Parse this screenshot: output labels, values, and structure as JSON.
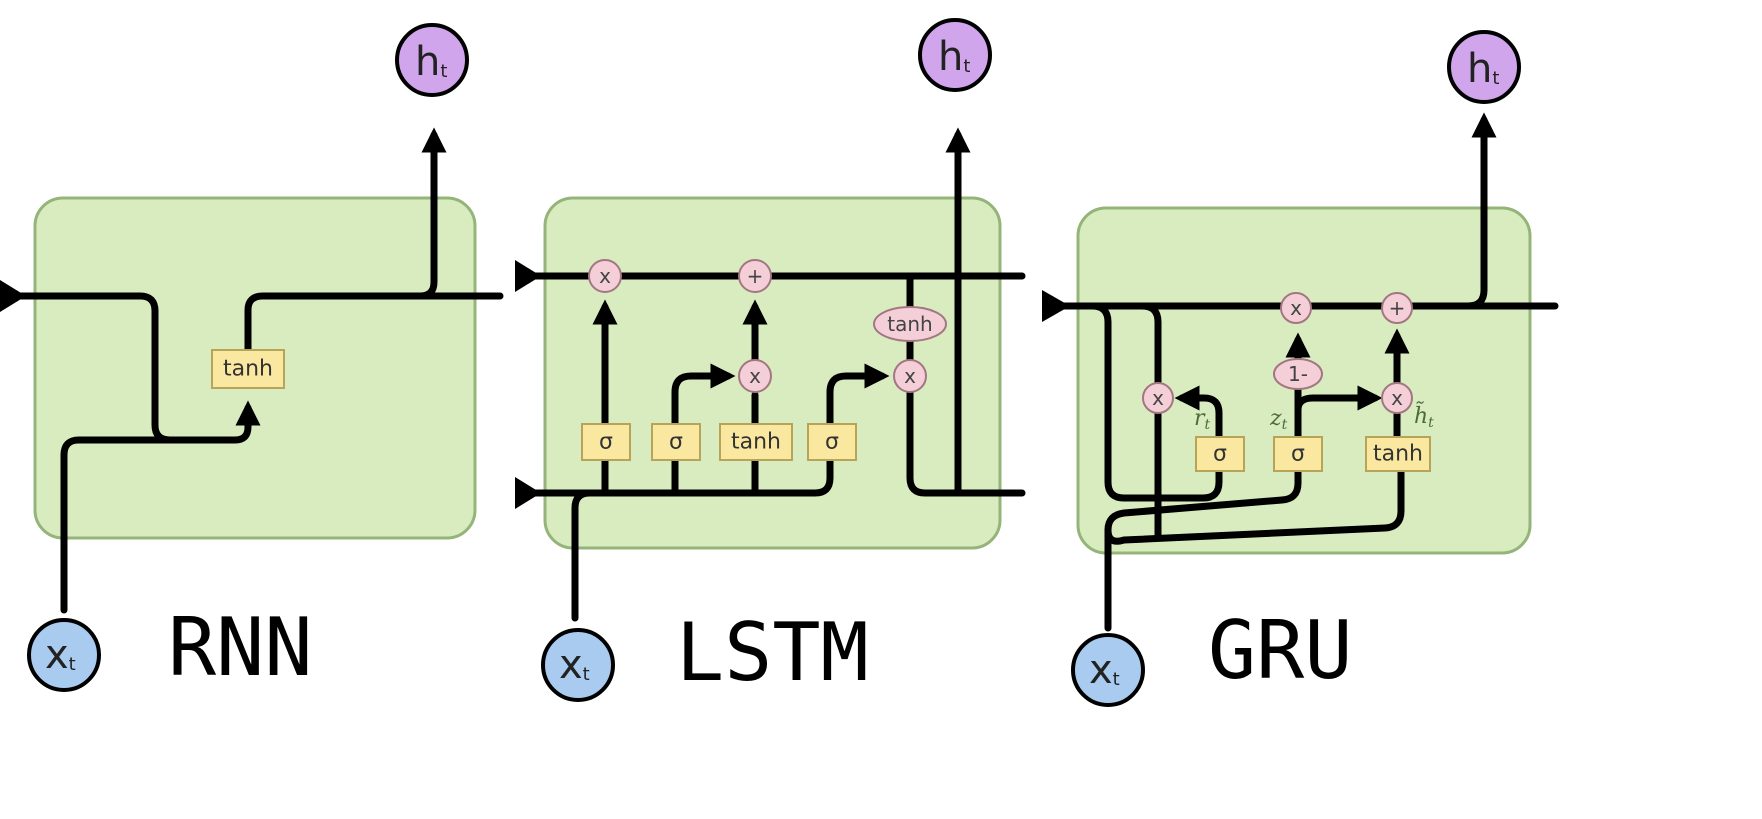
{
  "panels": {
    "rnn": {
      "label": "RNN",
      "gates": [
        "tanh"
      ],
      "output_node": {
        "main": "h",
        "sub": "t"
      },
      "input_node": {
        "main": "x",
        "sub": "t"
      }
    },
    "lstm": {
      "label": "LSTM",
      "gates": [
        "σ",
        "σ",
        "tanh",
        "σ"
      ],
      "ops": [
        "x",
        "+",
        "x",
        "x"
      ],
      "output_tanh": "tanh",
      "output_node": {
        "main": "h",
        "sub": "t"
      },
      "input_node": {
        "main": "x",
        "sub": "t"
      }
    },
    "gru": {
      "label": "GRU",
      "gates": [
        "σ",
        "σ",
        "tanh"
      ],
      "ops": [
        "x",
        "x",
        "+",
        "x"
      ],
      "one_minus": "1-",
      "labels": {
        "r": {
          "main": "r",
          "sub": "t"
        },
        "z": {
          "main": "z",
          "sub": "t"
        },
        "h": {
          "main": "h̃",
          "sub": "t"
        }
      },
      "output_node": {
        "main": "h",
        "sub": "t"
      },
      "input_node": {
        "main": "x",
        "sub": "t"
      }
    }
  },
  "colors": {
    "cell_fill": "#d9ecbf",
    "gate_fill": "#fae8a0",
    "op_fill": "#f4cfd8",
    "output_node": "#d1a5ec",
    "input_node": "#a8cbef"
  }
}
